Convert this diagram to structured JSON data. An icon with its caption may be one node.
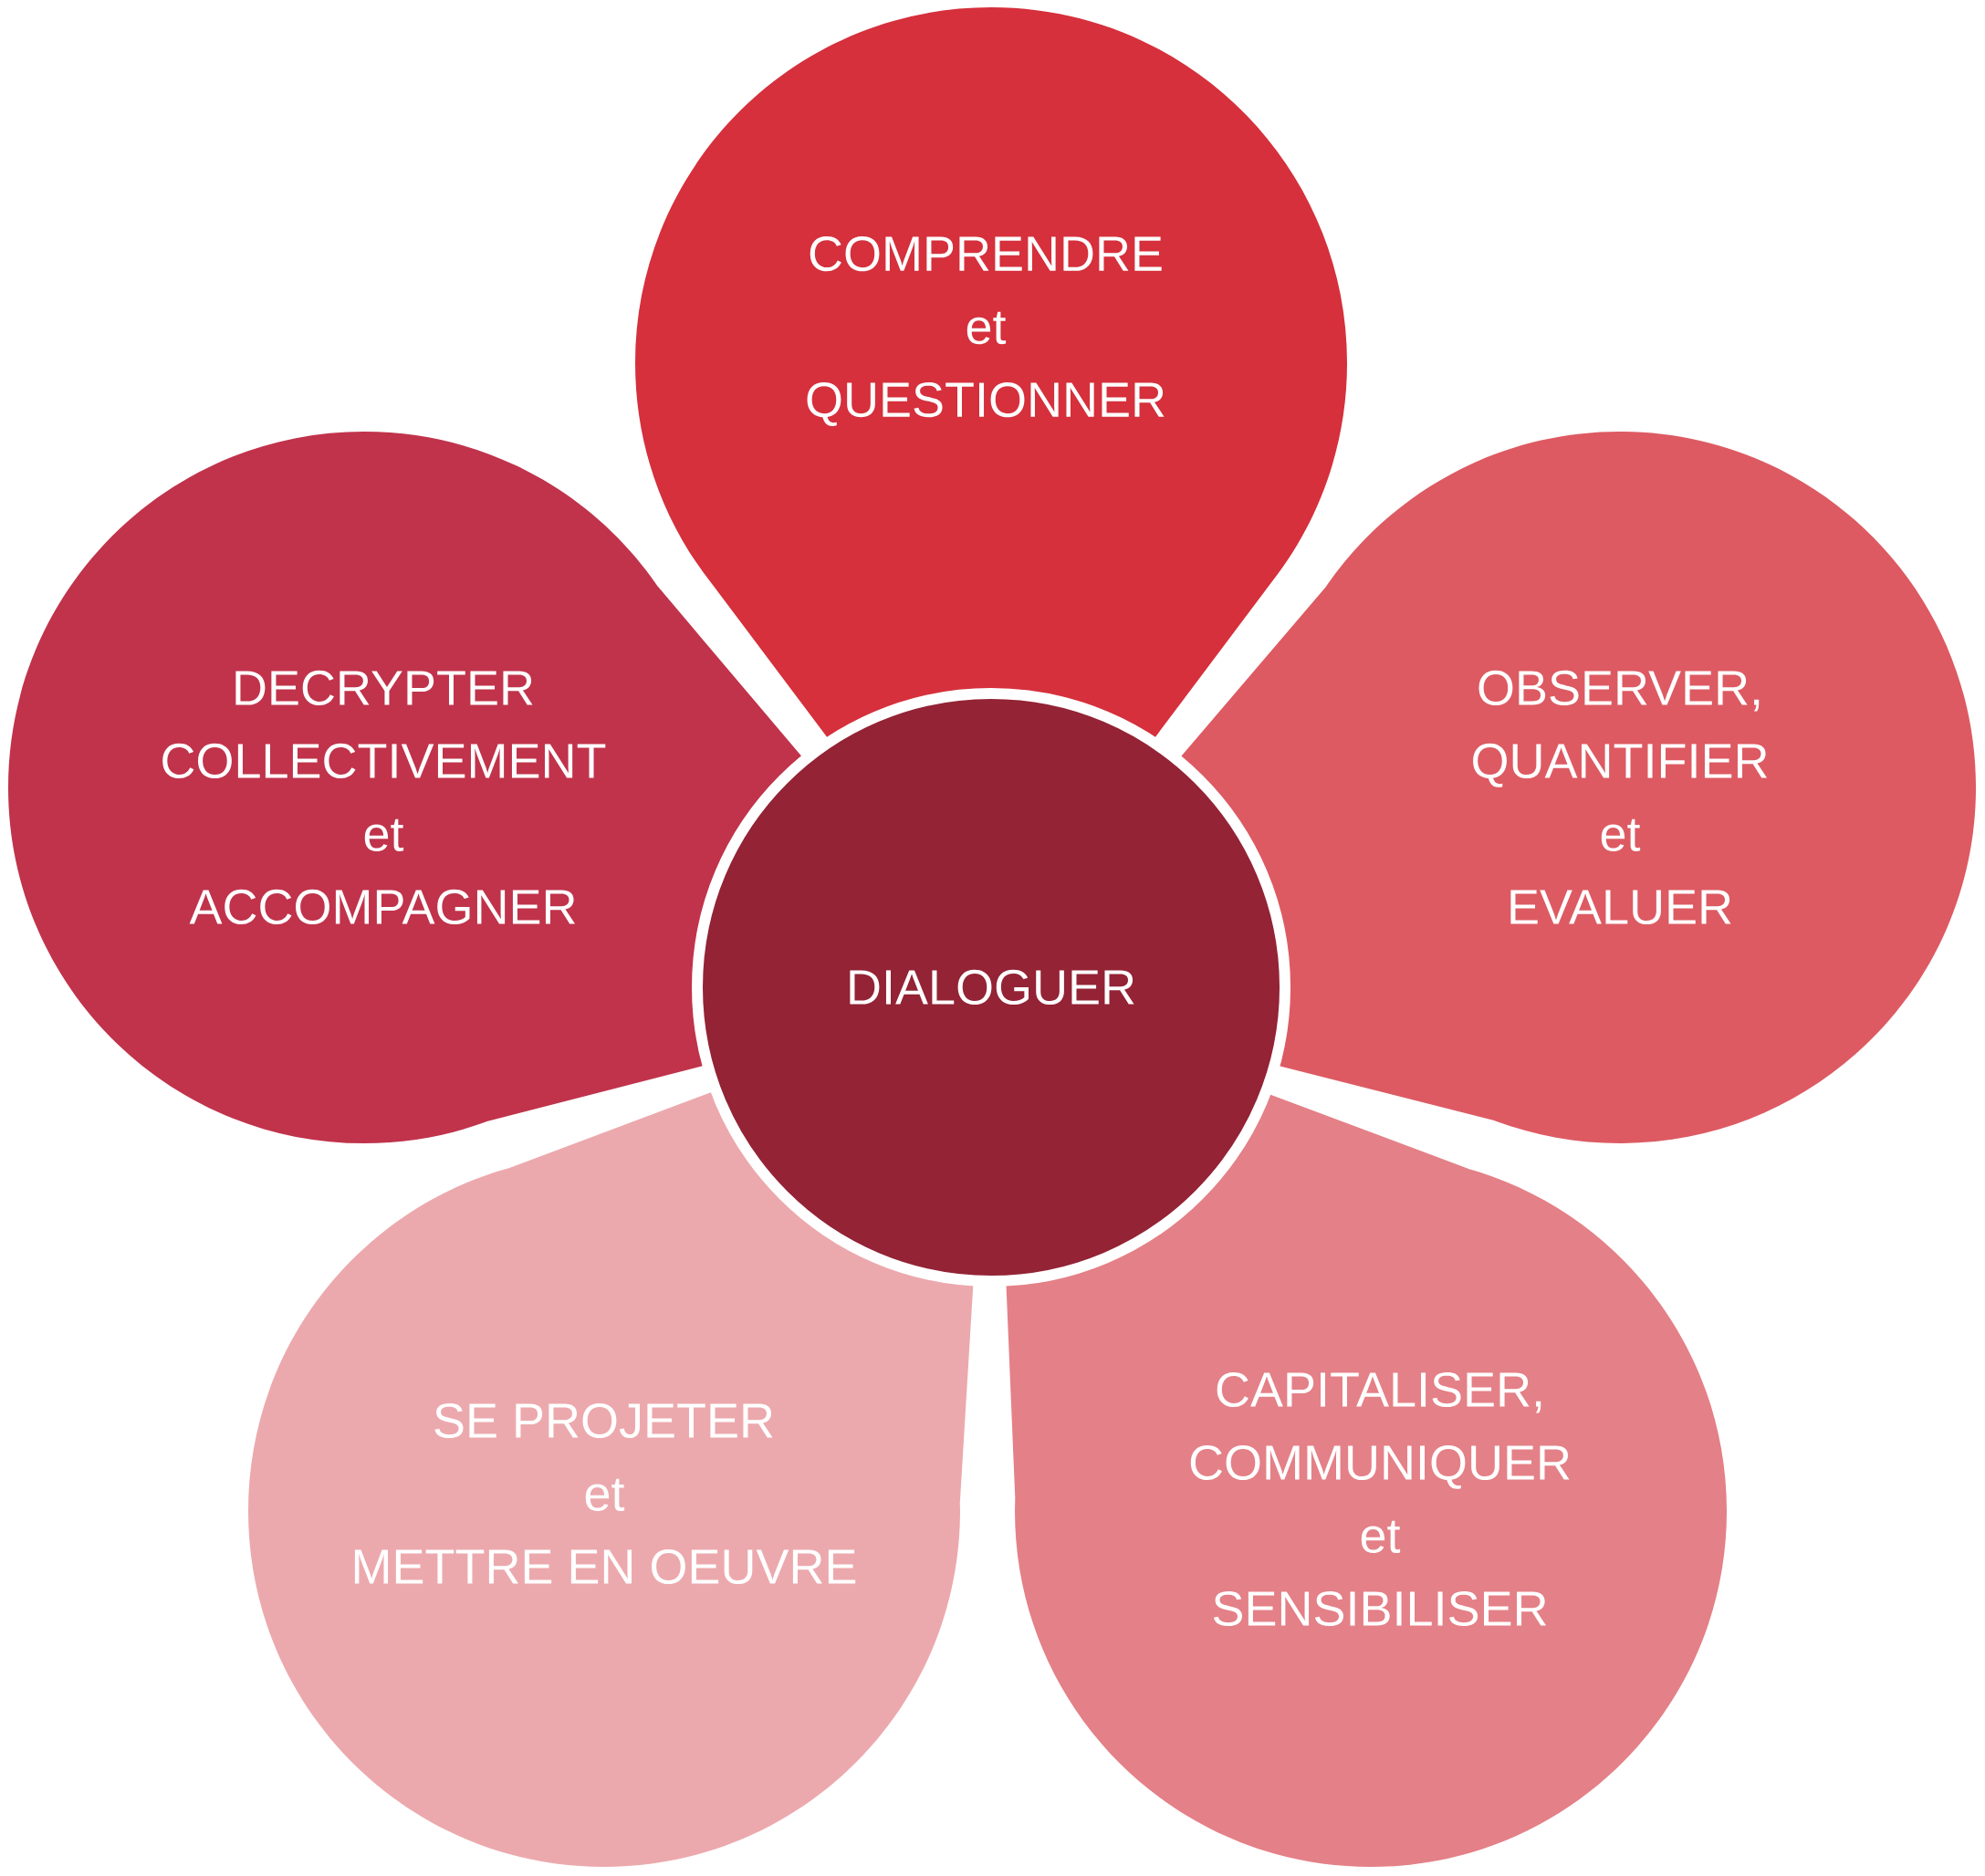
{
  "diagram": {
    "nodes": [
      {
        "text": [
          "COMPRENDRE et QUESTIONNER"
        ]
      },
      {
        "text": [
          "DECRYPTER COLLECTIVEMENT et ACCOMPAGNER"
        ]
      },
      {
        "text": [
          "OBSERVER, QUANTIFIER et EVALUER"
        ]
      },
      {
        "text": [
          "DIALOGUER"
        ]
      },
      {
        "text": [
          "SE PROJETER et METTRE EN OEUVRE"
        ]
      },
      {
        "text": [
          "CAPITALISER, COMMUNIQUER et SENSIBILISER"
        ]
      }
    ]
  }
}
